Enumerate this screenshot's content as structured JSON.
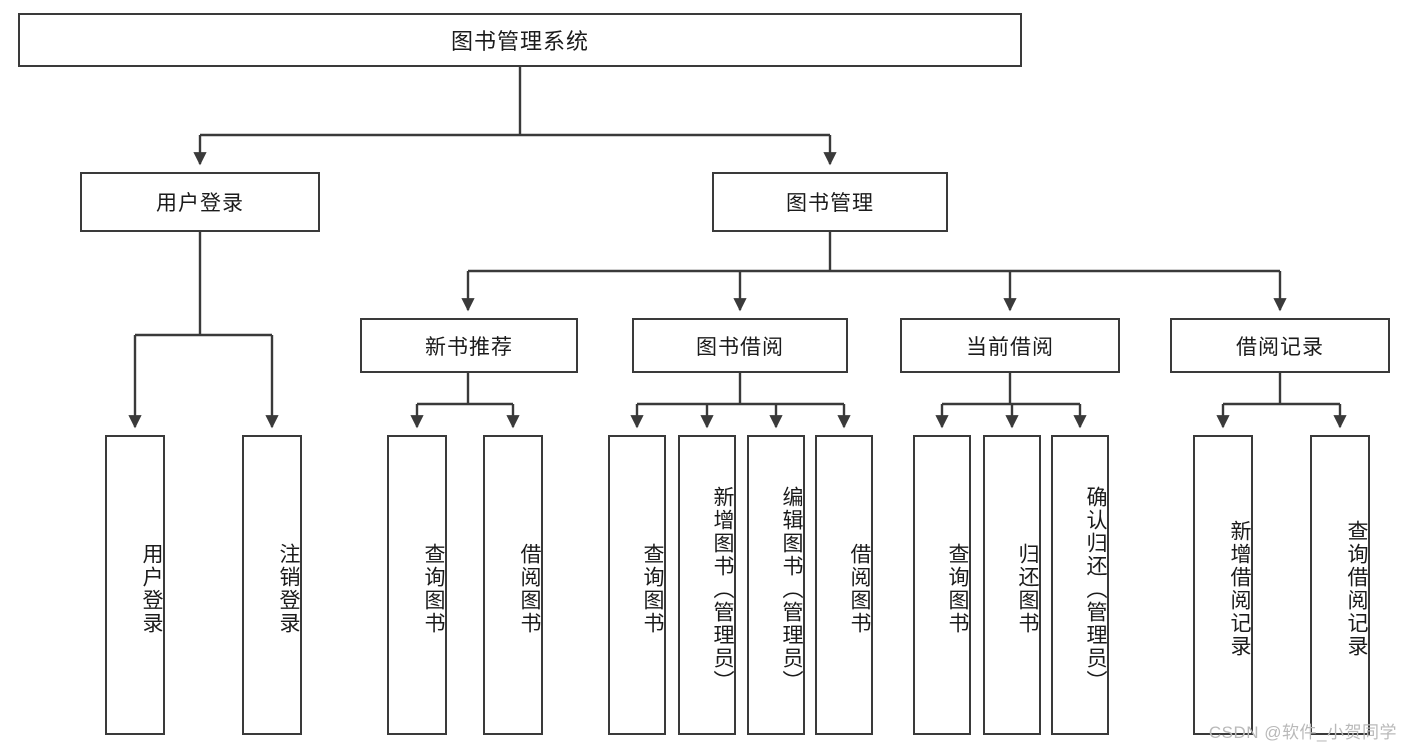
{
  "diagram": {
    "title": "图书管理系统",
    "type": "tree-hierarchy-chart",
    "root": {
      "label": "图书管理系统"
    },
    "level2": [
      {
        "label": "用户登录"
      },
      {
        "label": "图书管理"
      }
    ],
    "level3": [
      {
        "label": "新书推荐"
      },
      {
        "label": "图书借阅"
      },
      {
        "label": "当前借阅"
      },
      {
        "label": "借阅记录"
      }
    ],
    "leaves": {
      "user_login": [
        {
          "label": "用户登录"
        },
        {
          "label": "注销登录"
        }
      ],
      "new_book_recommend": [
        {
          "label": "查询图书"
        },
        {
          "label": "借阅图书"
        }
      ],
      "book_borrow": [
        {
          "label": "查询图书"
        },
        {
          "label": "新增图书（管理员）"
        },
        {
          "label": "编辑图书（管理员）"
        },
        {
          "label": "借阅图书"
        }
      ],
      "current_borrow": [
        {
          "label": "查询图书"
        },
        {
          "label": "归还图书"
        },
        {
          "label": "确认归还（管理员）"
        }
      ],
      "borrow_record": [
        {
          "label": "新增借阅记录"
        },
        {
          "label": "查询借阅记录"
        }
      ]
    }
  },
  "watermark": {
    "text": "CSDN @软件_小贺同学"
  },
  "colors": {
    "stroke": "#3a3a3a",
    "background": "#ffffff",
    "text": "#1b1b1b",
    "watermark": "#b9b9b9"
  }
}
